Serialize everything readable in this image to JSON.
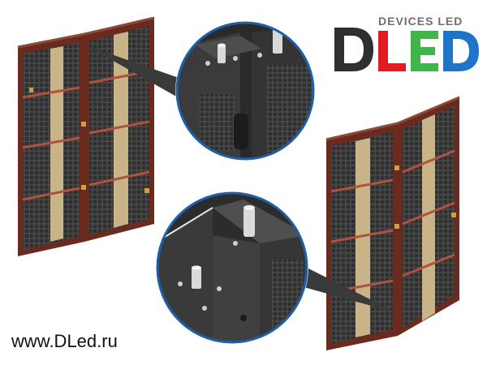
{
  "logo": {
    "tagline": "DEVICES LED",
    "letters": [
      "D",
      "L",
      "E",
      "D"
    ]
  },
  "footer": {
    "url": "www.DLed.ru"
  },
  "colors": {
    "frame": "#6b2a1e",
    "rail": "#b8a27a",
    "panel_dark": "#3a3a3a",
    "zoom_bg": "#2b2b2b",
    "logo_dark": "#2f2f2f",
    "logo_red": "#e11b22",
    "logo_green": "#3fb54a",
    "logo_blue": "#1f74c8"
  }
}
